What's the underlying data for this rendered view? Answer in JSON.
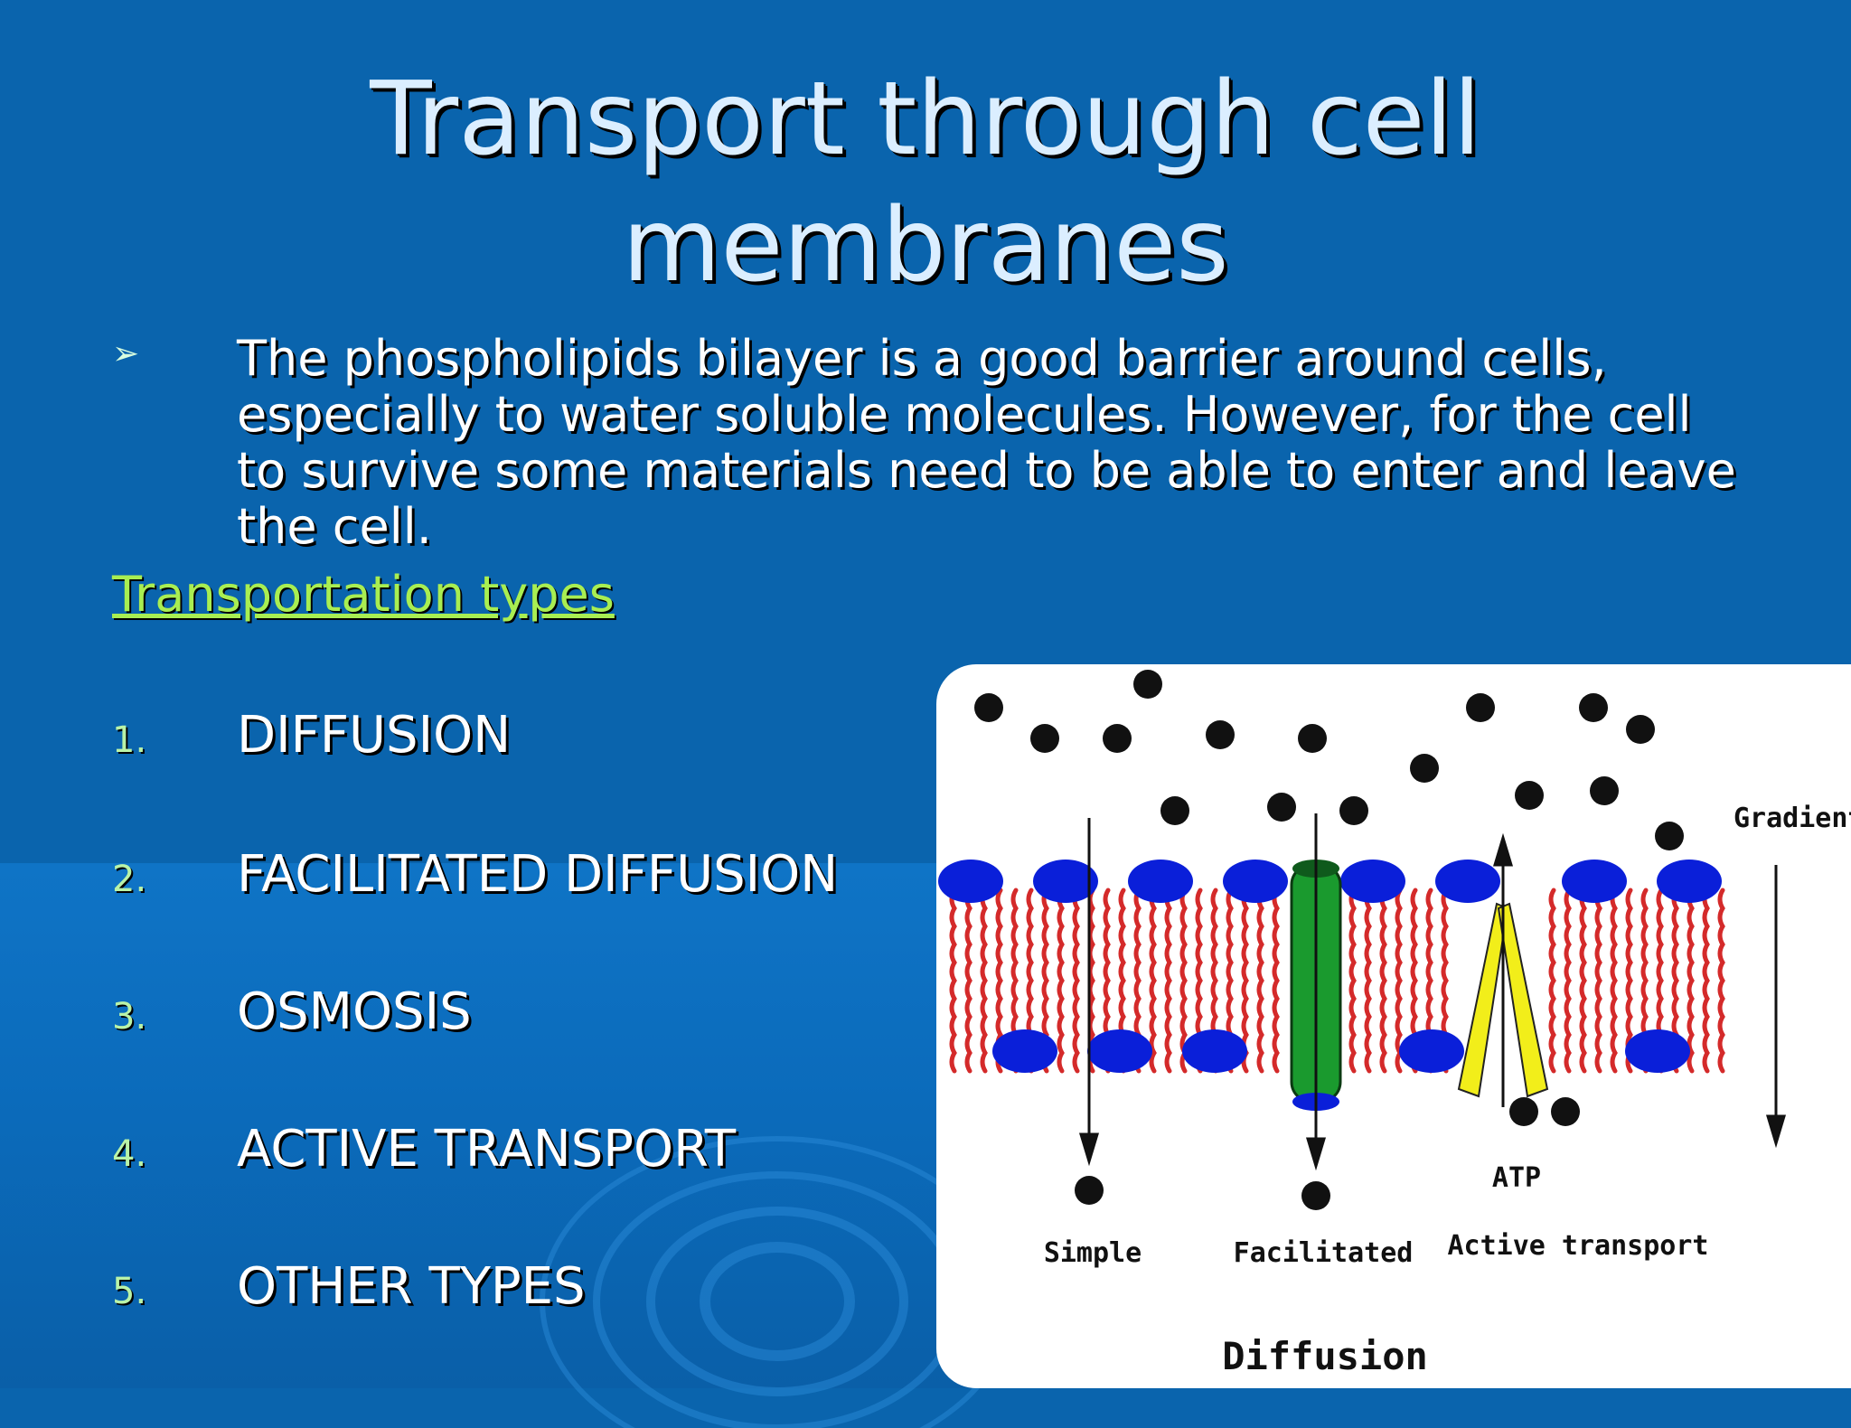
{
  "slide": {
    "title_line1": "Transport through cell",
    "title_line2": "membranes",
    "intro_bullet_icon": "arrowhead-bullet-icon",
    "intro": "The phospholipids bilayer is a good barrier around cells, especially to water soluble molecules. However, for the cell to survive some materials need to be able to enter and leave the cell.",
    "types_heading": "Transportation types ",
    "types": [
      {
        "num": "1.",
        "label": "DIFFUSION"
      },
      {
        "num": "2.",
        "label": " FACILITATED DIFFUSION"
      },
      {
        "num": "3.",
        "label": "OSMOSIS"
      },
      {
        "num": "4.",
        "label": "ACTIVE TRANSPORT"
      },
      {
        "num": "5.",
        "label": "OTHER TYPES"
      }
    ]
  },
  "diagram": {
    "gradient_label": "Gradient",
    "atp_label": "ATP",
    "simple_label": "Simple",
    "facilitated_label": "Facilitated",
    "active_label": "Active transport",
    "bottom_label": "Diffusion",
    "colors": {
      "molecule": "#111111",
      "head": "#0a1fd9",
      "tail": "#d42a2a",
      "channel": "#1a9a2e",
      "pump": "#f2ee1a"
    }
  }
}
